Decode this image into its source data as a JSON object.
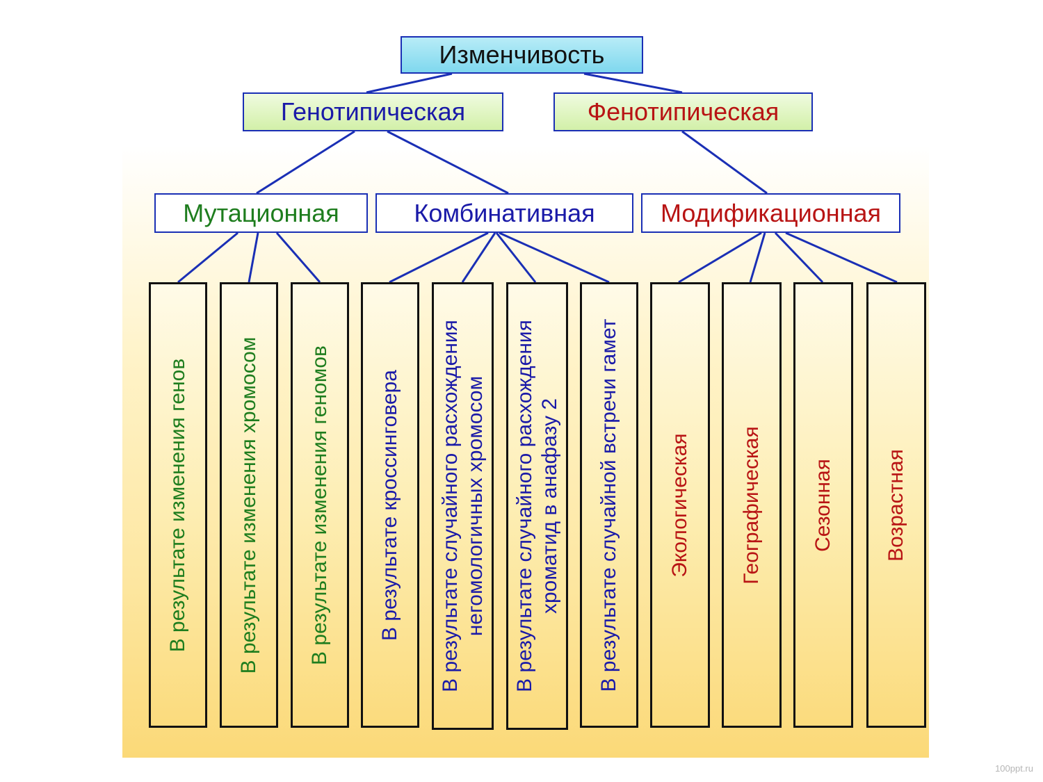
{
  "root": "Изменчивость",
  "genotypic": "Генотипическая",
  "phenotypic": "Фенотипическая",
  "mutational": "Мутационная",
  "combinative": "Комбинативная",
  "modification": "Модификационная",
  "leaves": {
    "genes": "В результате изменения генов",
    "chromosomes": "В результате изменения хромосом",
    "genomes": "В результате изменения геномов",
    "crossingover": "В результате кроссинговера",
    "nonhomologous_line1": "В результате случайного расхождения",
    "nonhomologous_line2": "негомологичных  хромосом",
    "chromatids_line1": "В результате случайного расхождения",
    "chromatids_line2": "хроматид в анафазу 2",
    "gametes": "В результате случайной встречи гамет",
    "ecological": "Экологическая",
    "geographical": "Географическая",
    "seasonal": "Сезонная",
    "age": "Возрастная"
  },
  "watermark": "100ppt.ru",
  "colors": {
    "connector": "#1a2fb5",
    "green_text": "#1e7d1e",
    "blue_text": "#1a1aa8",
    "red_text": "#b81414"
  }
}
